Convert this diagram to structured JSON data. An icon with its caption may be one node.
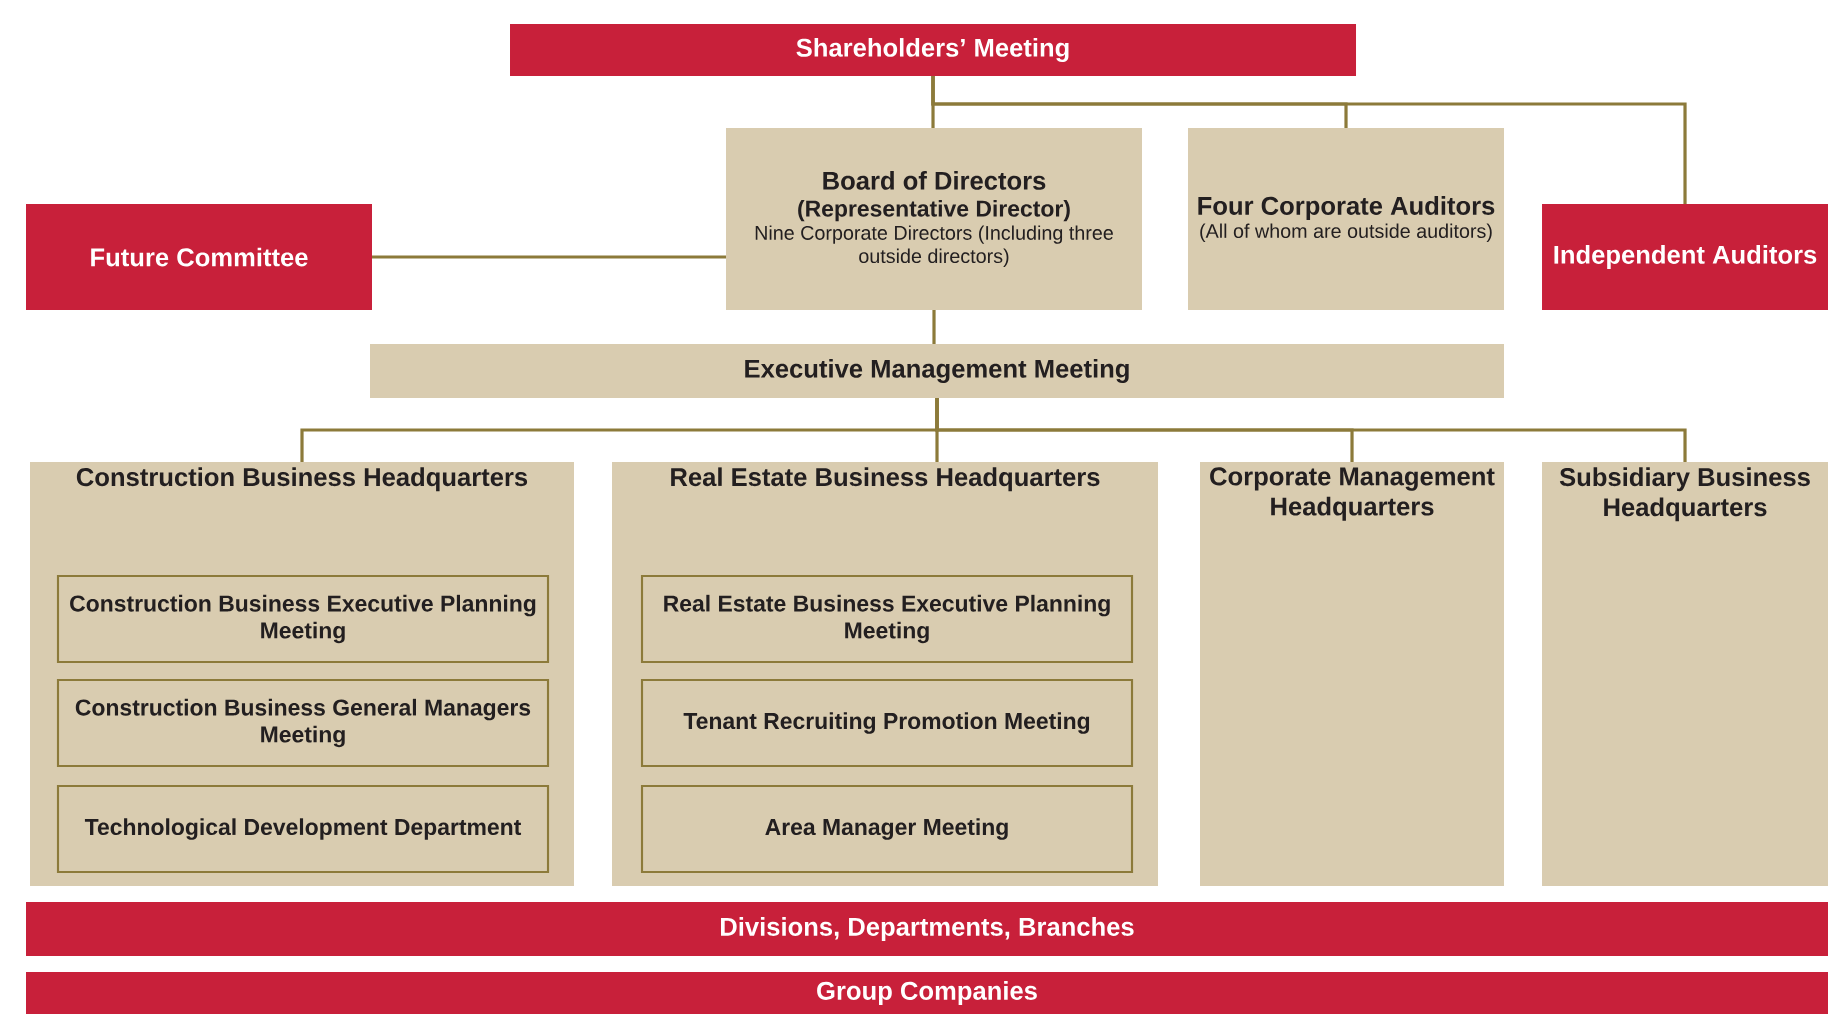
{
  "diagram": {
    "nodes": [
      {
        "text": [
          "Shareholders’ Meeting"
        ]
      },
      {
        "text": [
          "Future Committee"
        ]
      },
      {
        "text": [
          "Board of Directors",
          "(Representative Director)",
          "Nine Corporate Directors (Including three outside directors)"
        ]
      },
      {
        "text": [
          "Four Corporate Auditors",
          "(All of whom are outside auditors)"
        ]
      },
      {
        "text": [
          "Independent Auditors"
        ]
      },
      {
        "text": [
          "Executive Management Meeting"
        ]
      },
      {
        "text": [
          "Construction Business Headquarters"
        ]
      },
      {
        "text": [
          "Construction Business Executive Planning Meeting"
        ],
        "in": 6
      },
      {
        "text": [
          "Construction Business General Managers Meeting"
        ],
        "in": 6
      },
      {
        "text": [
          "Technological Development Department"
        ],
        "in": 6
      },
      {
        "text": [
          "Real Estate Business Headquarters"
        ]
      },
      {
        "text": [
          "Real Estate Business Executive Planning Meeting"
        ],
        "in": 10
      },
      {
        "text": [
          "Tenant Recruiting Promotion Meeting"
        ],
        "in": 10
      },
      {
        "text": [
          "Area Manager Meeting"
        ],
        "in": 10
      },
      {
        "text": [
          "Corporate Management Headquarters"
        ]
      },
      {
        "text": [
          "Subsidiary Business Headquarters"
        ]
      },
      {
        "text": [
          "Divisions, Departments, Branches"
        ]
      },
      {
        "text": [
          "Group Companies"
        ]
      }
    ],
    "edges": [
      {
        "from": 0,
        "to": 2,
        "arrow": "none"
      },
      {
        "from": 0,
        "to": 3,
        "arrow": "none"
      },
      {
        "from": 0,
        "to": 4,
        "arrow": "none"
      },
      {
        "from": 2,
        "to": 1,
        "arrow": "none"
      },
      {
        "from": 2,
        "to": 5,
        "arrow": "none"
      },
      {
        "from": 5,
        "to": 6,
        "arrow": "none"
      },
      {
        "from": 5,
        "to": 10,
        "arrow": "none"
      },
      {
        "from": 5,
        "to": 14,
        "arrow": "none"
      },
      {
        "from": 5,
        "to": 15,
        "arrow": "none"
      }
    ]
  }
}
